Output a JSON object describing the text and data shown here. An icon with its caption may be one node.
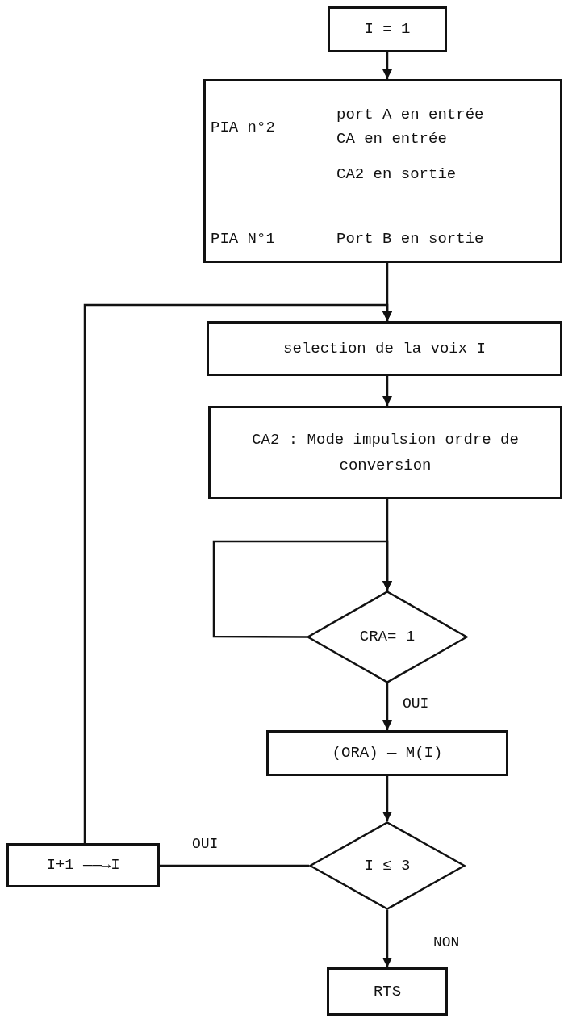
{
  "diagram": {
    "nodes": [
      {
        "text": [
          "I = 1"
        ]
      },
      {
        "text": [
          "PIA n°2",
          "port A en entrée",
          "CA en entrée",
          "CA2 en sortie",
          "PIA N°1",
          "Port B en sortie"
        ]
      },
      {
        "text": [
          "selection de la voix I"
        ]
      },
      {
        "text": [
          "CA2 : Mode impulsion ordre de conversion"
        ]
      },
      {
        "text": [
          "CRA= 1"
        ]
      },
      {
        "text": [
          "(ORA) — M(I)"
        ]
      },
      {
        "text": [
          "I ≤ 3"
        ]
      },
      {
        "text": [
          "I+1 ——→I"
        ]
      },
      {
        "text": [
          "RTS"
        ]
      }
    ],
    "edges": [
      {
        "from": 0,
        "to": 1,
        "arrow": "to"
      },
      {
        "from": 1,
        "to": 2,
        "arrow": "to"
      },
      {
        "from": 2,
        "to": 3,
        "arrow": "to"
      },
      {
        "from": 3,
        "to": 4,
        "arrow": "to"
      },
      {
        "from": 4,
        "to": 4,
        "arrow": "to"
      },
      {
        "from": 4,
        "to": 5,
        "arrow": "to",
        "label": "OUI"
      },
      {
        "from": 5,
        "to": 6,
        "arrow": "to"
      },
      {
        "from": 6,
        "to": 7,
        "arrow": "none",
        "label": "OUI"
      },
      {
        "from": 7,
        "to": 2,
        "arrow": "to"
      },
      {
        "from": 6,
        "to": 8,
        "arrow": "to",
        "label": "NON"
      }
    ]
  }
}
